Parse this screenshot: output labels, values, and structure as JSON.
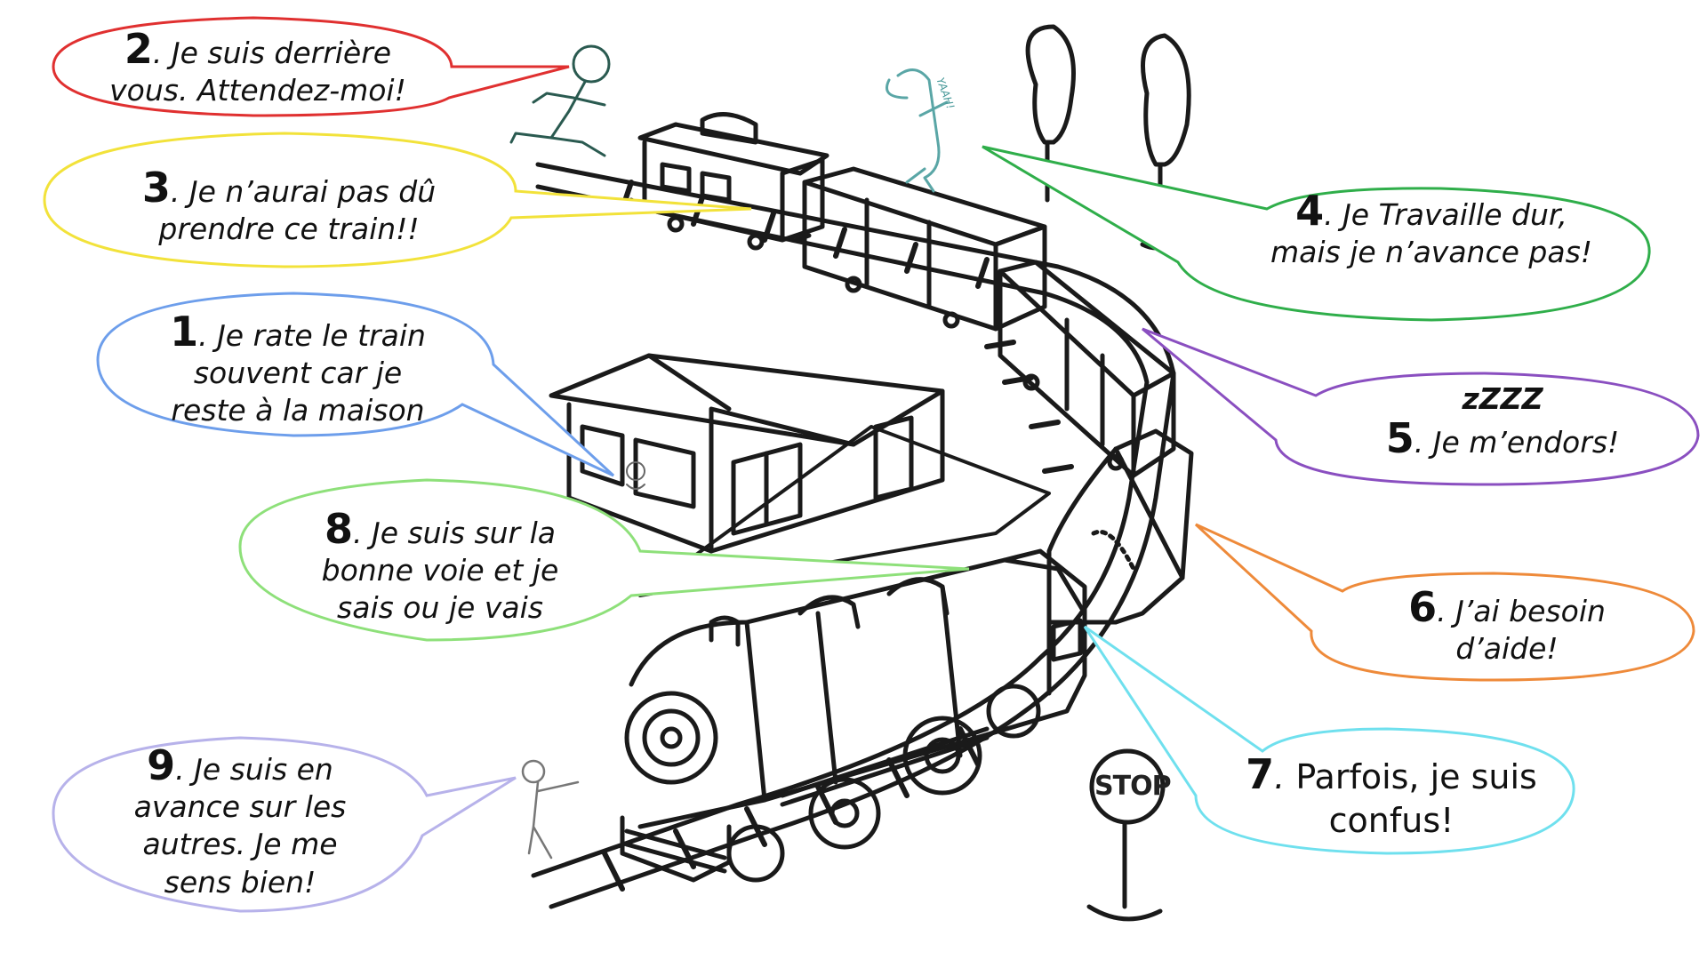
{
  "bubbles": [
    {
      "id": "1",
      "text": "Je rate le train souvent car je reste à la maison",
      "color": "#6d9eeb"
    },
    {
      "id": "2",
      "text": "Je suis derrière vous. Attendez-moi!",
      "color": "#e03030"
    },
    {
      "id": "3",
      "text": "Je n’aurai pas dû prendre ce train!!",
      "color": "#f2e23a"
    },
    {
      "id": "4",
      "text": "Je Travaille dur, mais je n’avance pas!",
      "color": "#2fae4a"
    },
    {
      "id": "5",
      "pre": "zZZZ",
      "text": "Je m’endors!",
      "color": "#8a4fc0"
    },
    {
      "id": "6",
      "text": "J’ai besoin d’aide!",
      "color": "#ee8a3a"
    },
    {
      "id": "7",
      "text": "Parfois, je suis confus!",
      "color": "#6fe0ee"
    },
    {
      "id": "8",
      "text": "Je suis sur la bonne voie et je sais ou je vais",
      "color": "#8ee07a"
    },
    {
      "id": "9",
      "text": "Je suis en avance sur les autres. Je me sens bien!",
      "color": "#b7b2ea"
    }
  ],
  "sign": {
    "label": "STOP"
  },
  "exclamation": "YAAH!",
  "icons": [
    "running-person-icon",
    "jumping-person-icon",
    "person-in-window-icon",
    "waving-person-icon",
    "tree-icon",
    "stop-sign-icon",
    "steam-locomotive-icon"
  ]
}
